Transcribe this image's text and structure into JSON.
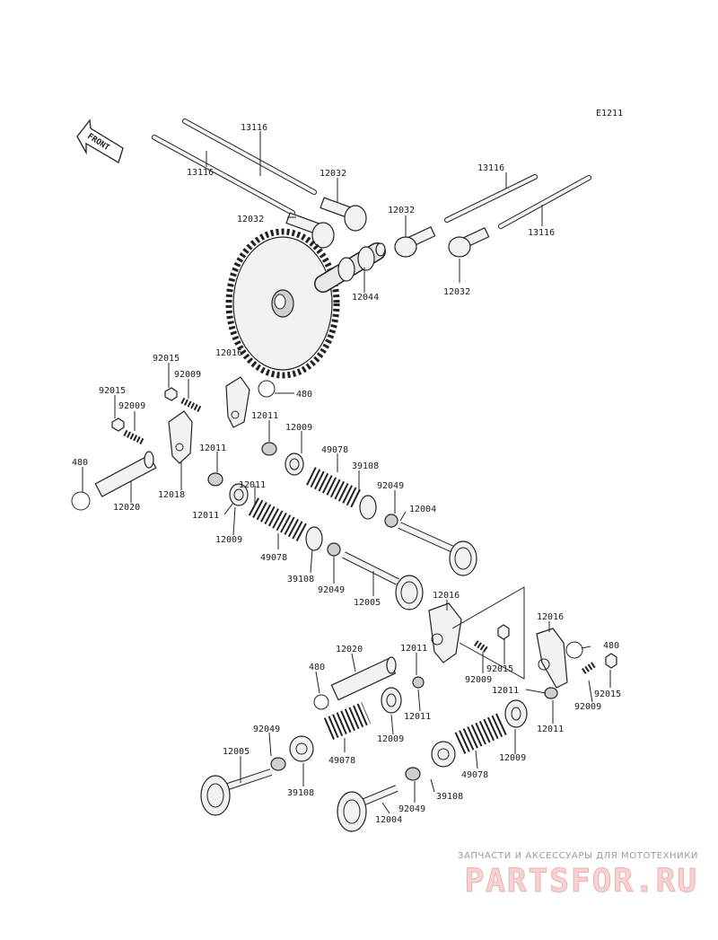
{
  "diagram": {
    "ref_code": "E1211",
    "front_label": "FRONT",
    "callouts": [
      {
        "id": "c01",
        "text": "13116"
      },
      {
        "id": "c02",
        "text": "13116"
      },
      {
        "id": "c03",
        "text": "12032"
      },
      {
        "id": "c04",
        "text": "12032"
      },
      {
        "id": "c05",
        "text": "12032"
      },
      {
        "id": "c06",
        "text": "13116"
      },
      {
        "id": "c07",
        "text": "13116"
      },
      {
        "id": "c08",
        "text": "12032"
      },
      {
        "id": "c09",
        "text": "12044"
      },
      {
        "id": "c10",
        "text": "12016"
      },
      {
        "id": "c11",
        "text": "92015"
      },
      {
        "id": "c12",
        "text": "92009"
      },
      {
        "id": "c13",
        "text": "92015"
      },
      {
        "id": "c14",
        "text": "92009"
      },
      {
        "id": "c15",
        "text": "480"
      },
      {
        "id": "c16",
        "text": "12011"
      },
      {
        "id": "c17",
        "text": "12009"
      },
      {
        "id": "c18",
        "text": "12011"
      },
      {
        "id": "c19",
        "text": "49078"
      },
      {
        "id": "c20",
        "text": "39108"
      },
      {
        "id": "c21",
        "text": "480"
      },
      {
        "id": "c22",
        "text": "12018"
      },
      {
        "id": "c23",
        "text": "12011"
      },
      {
        "id": "c24",
        "text": "92049"
      },
      {
        "id": "c25",
        "text": "12020"
      },
      {
        "id": "c26",
        "text": "12011"
      },
      {
        "id": "c27",
        "text": "12004"
      },
      {
        "id": "c28",
        "text": "12009"
      },
      {
        "id": "c29",
        "text": "49078"
      },
      {
        "id": "c30",
        "text": "39108"
      },
      {
        "id": "c31",
        "text": "92049"
      },
      {
        "id": "c32",
        "text": "12005"
      },
      {
        "id": "c33",
        "text": "12016"
      },
      {
        "id": "c34",
        "text": "12016"
      },
      {
        "id": "c35",
        "text": "480"
      },
      {
        "id": "c36",
        "text": "12020"
      },
      {
        "id": "c37",
        "text": "12011"
      },
      {
        "id": "c38",
        "text": "480"
      },
      {
        "id": "c39",
        "text": "92009"
      },
      {
        "id": "c40",
        "text": "92015"
      },
      {
        "id": "c41",
        "text": "12011"
      },
      {
        "id": "c42",
        "text": "92015"
      },
      {
        "id": "c43",
        "text": "92009"
      },
      {
        "id": "c44",
        "text": "12011"
      },
      {
        "id": "c45",
        "text": "12011"
      },
      {
        "id": "c46",
        "text": "12009"
      },
      {
        "id": "c47",
        "text": "92049"
      },
      {
        "id": "c48",
        "text": "12005"
      },
      {
        "id": "c49",
        "text": "49078"
      },
      {
        "id": "c50",
        "text": "12009"
      },
      {
        "id": "c51",
        "text": "49078"
      },
      {
        "id": "c52",
        "text": "39108"
      },
      {
        "id": "c53",
        "text": "39108"
      },
      {
        "id": "c54",
        "text": "92049"
      },
      {
        "id": "c55",
        "text": "12004"
      }
    ]
  },
  "watermark": {
    "tagline": "ЗАПЧАСТИ И АКСЕССУАРЫ ДЛЯ МОТОТЕХНИКИ",
    "logo_text": "PARTSFOR.RU"
  }
}
